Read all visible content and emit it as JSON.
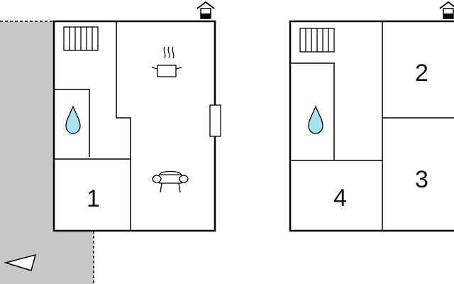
{
  "floor_plan": {
    "ground_floor": {
      "rooms": [
        {
          "id": "bedroom-1",
          "label": "1"
        }
      ],
      "icons": [
        "radiator-icon",
        "water-drop-icon",
        "cooking-pot-icon",
        "sofa-icon",
        "window-icon",
        "house-entrance-icon",
        "compass-arrow-icon"
      ],
      "terrace_color": "#c8c8c8"
    },
    "upper_floor": {
      "rooms": [
        {
          "id": "bedroom-2",
          "label": "2"
        },
        {
          "id": "bedroom-3",
          "label": "3"
        },
        {
          "id": "bedroom-4",
          "label": "4"
        }
      ],
      "icons": [
        "radiator-icon",
        "water-drop-icon",
        "house-entrance-icon"
      ]
    },
    "colors": {
      "walls": "#000000",
      "water": "#a8e4ee",
      "terrace": "#c8c8c8",
      "background": "#ffffff"
    }
  }
}
